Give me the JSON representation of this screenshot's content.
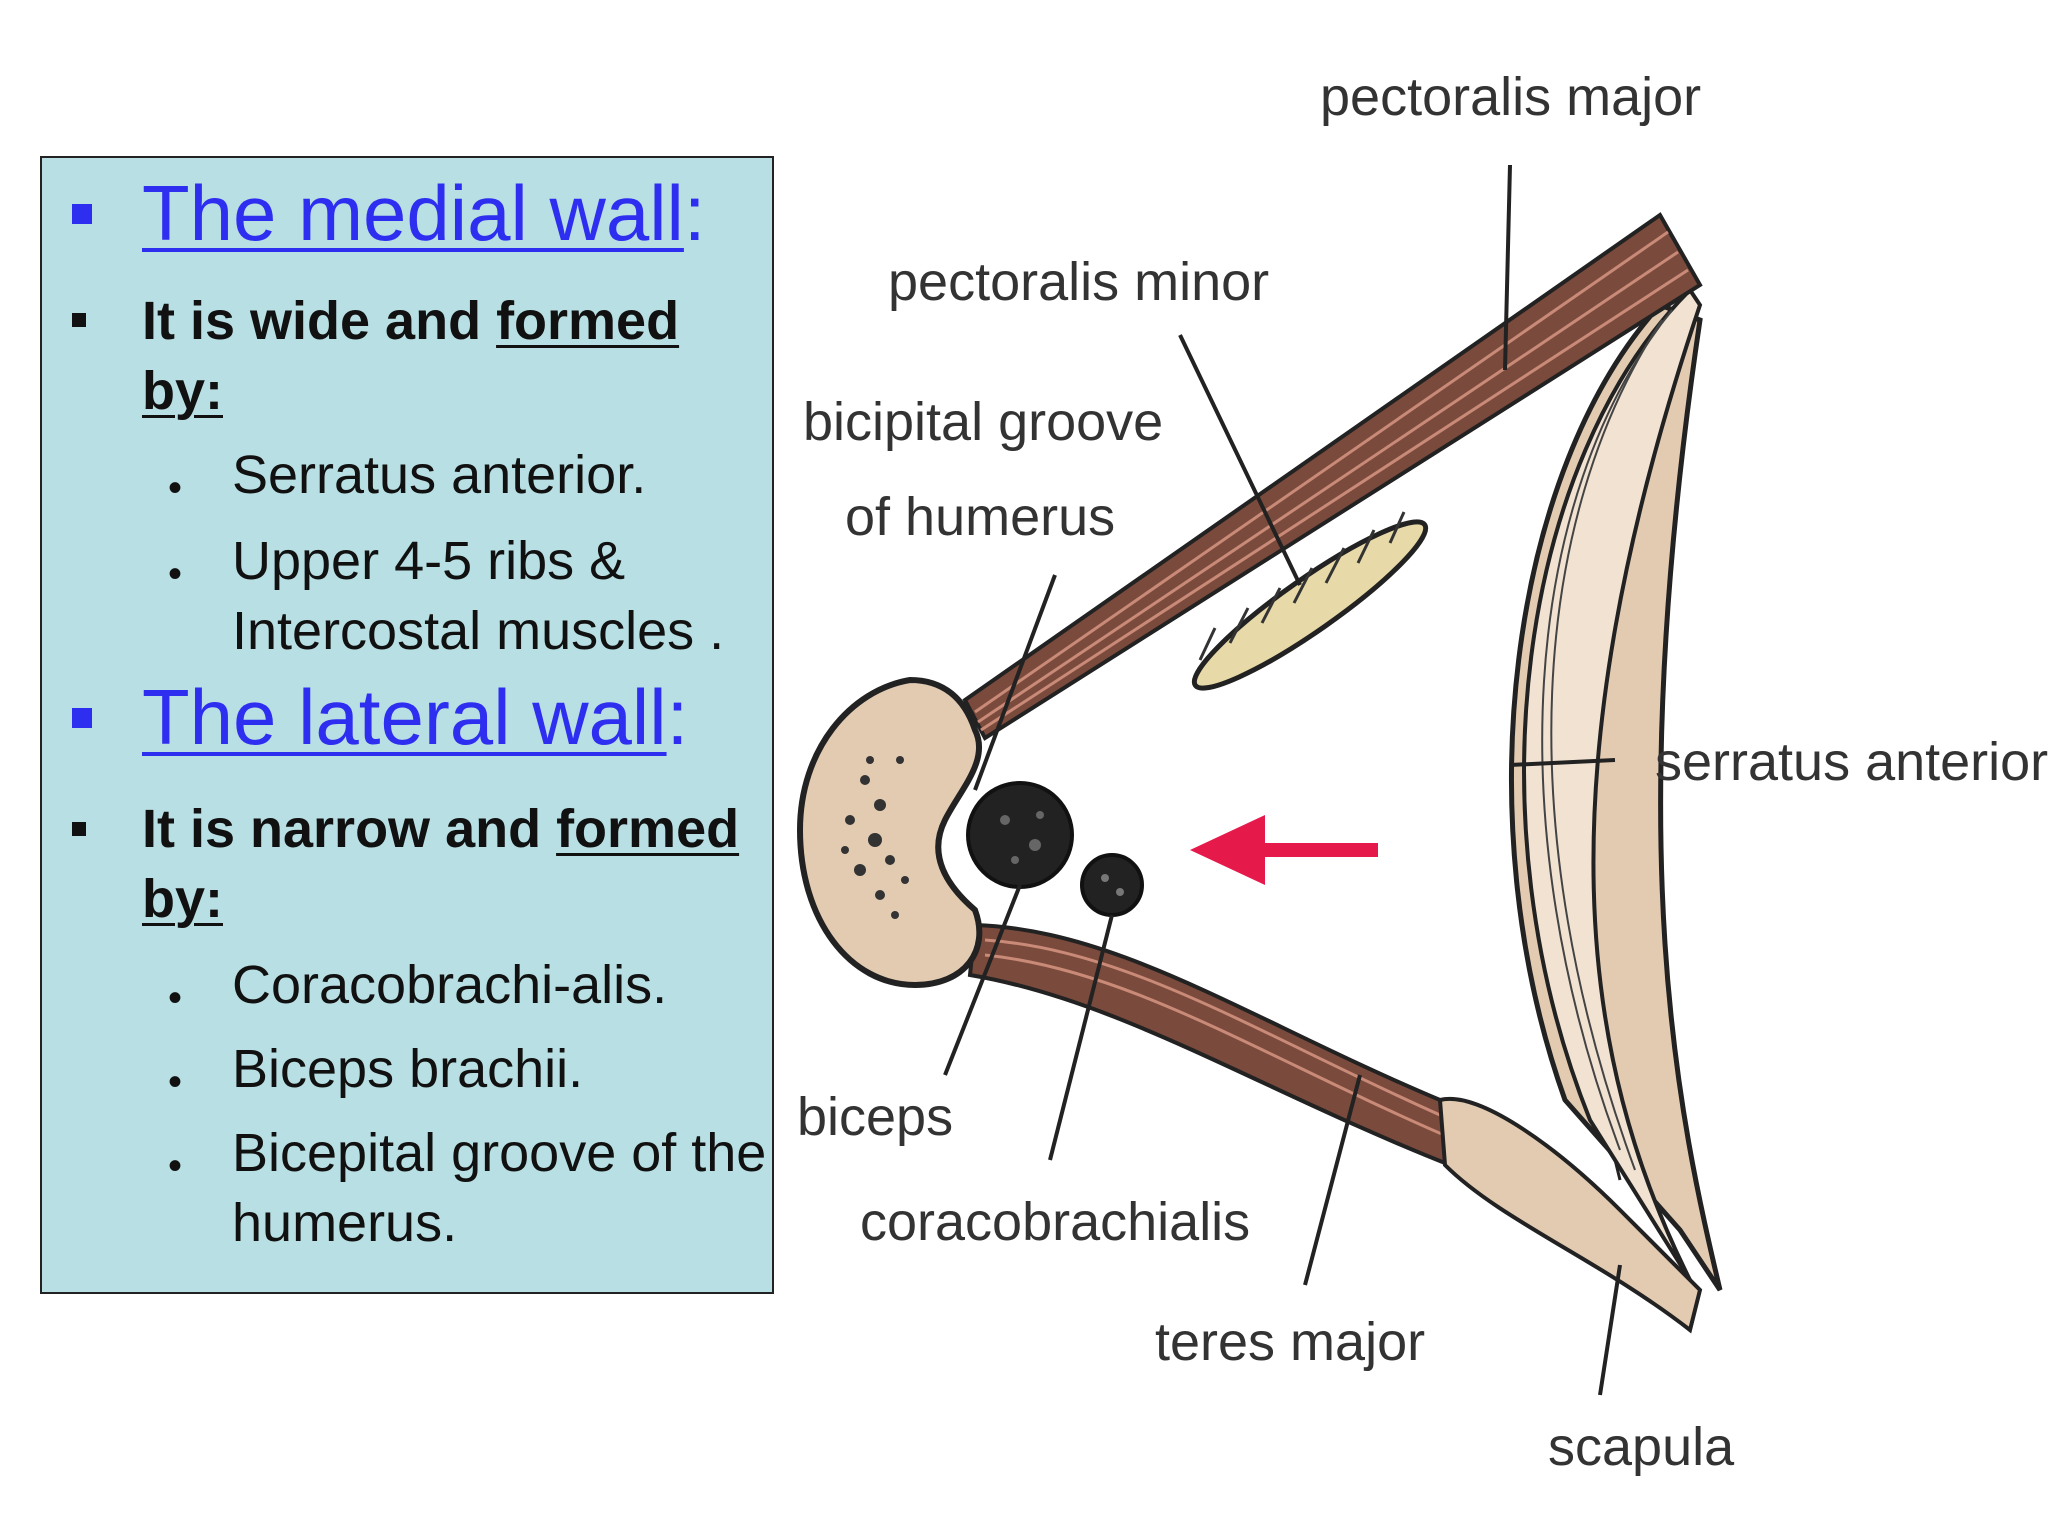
{
  "medial": {
    "heading": "The medial wall",
    "colon": ":",
    "intro_a": "It is wide and ",
    "intro_b": "formed by:",
    "items": [
      "Serratus anterior.",
      "Upper 4-5 ribs & Intercostal muscles ."
    ]
  },
  "lateral": {
    "heading": "The lateral wall",
    "colon": ":",
    "intro_a": "It is narrow and ",
    "intro_b": "formed by:",
    "items": [
      "Coracobrachi-alis.",
      "Biceps brachii.",
      "Bicepital groove of the humerus."
    ]
  },
  "diagram": {
    "labels": {
      "pectoralis_major": "pectoralis major",
      "pectoralis_minor": "pectoralis minor",
      "bicipital_groove_1": "bicipital groove",
      "bicipital_groove_2": "of humerus",
      "serratus_anterior": "serratus anterior",
      "biceps": "biceps",
      "coracobrachialis": "coracobrachialis",
      "teres_major": "teres major",
      "scapula": "scapula"
    },
    "colors": {
      "muscle": "#7a4a3c",
      "muscle_stripe": "#c98a78",
      "bone": "#e3cbb2",
      "arrow": "#e6194b"
    },
    "arrow_icon": "left-arrow-icon"
  },
  "colors": {
    "box_bg": "#b8dfe3",
    "heading": "#2e2ef0",
    "text": "#111111"
  }
}
